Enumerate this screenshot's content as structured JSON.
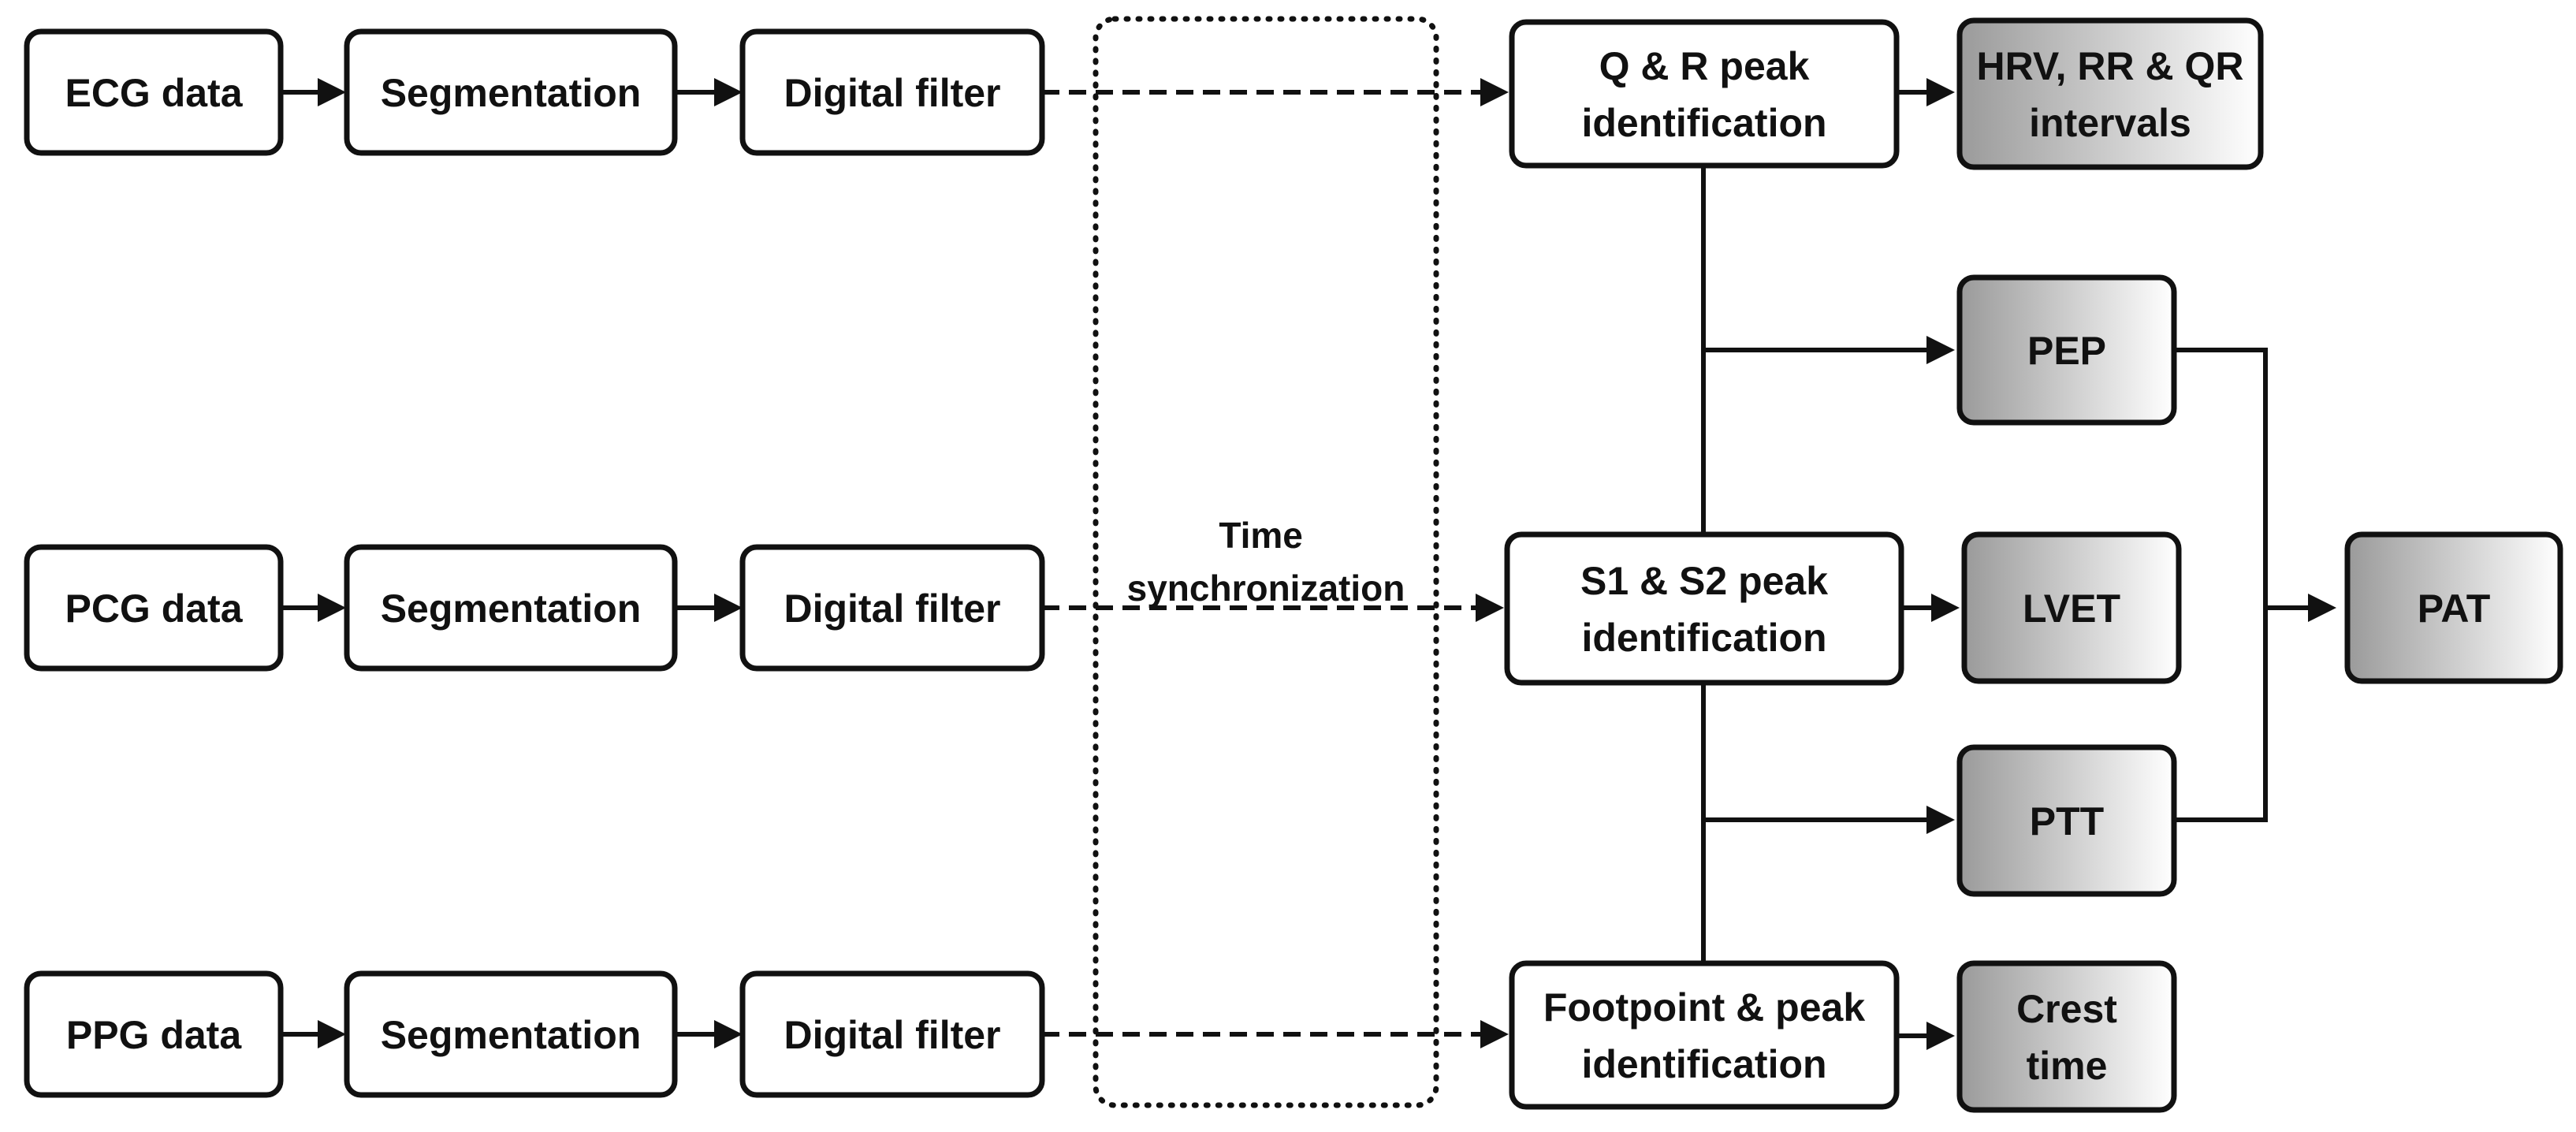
{
  "colors": {
    "stroke": "#111111",
    "box_fill": "#ffffff",
    "output_gradient_start": "#9a9a9a",
    "output_gradient_end": "#ffffff"
  },
  "nodes": {
    "ecg_data": [
      "ECG data"
    ],
    "ecg_seg": [
      "Segmentation"
    ],
    "ecg_filter": [
      "Digital filter"
    ],
    "pcg_data": [
      "PCG data"
    ],
    "pcg_seg": [
      "Segmentation"
    ],
    "pcg_filter": [
      "Digital filter"
    ],
    "ppg_data": [
      "PPG data"
    ],
    "ppg_seg": [
      "Segmentation"
    ],
    "ppg_filter": [
      "Digital filter"
    ],
    "qr_peak": [
      "Q & R peak",
      "identification"
    ],
    "s1s2_peak": [
      "S1 & S2 peak",
      "identification"
    ],
    "foot_peak": [
      "Footpoint & peak",
      "identification"
    ],
    "hrv": [
      "HRV, RR & QR",
      "intervals"
    ],
    "pep": [
      "PEP"
    ],
    "lvet": [
      "LVET"
    ],
    "ptt": [
      "PTT"
    ],
    "crest": [
      "Crest",
      "time"
    ],
    "pat": [
      "PAT"
    ]
  },
  "sync_region": {
    "label": [
      "Time",
      "synchronization"
    ]
  }
}
